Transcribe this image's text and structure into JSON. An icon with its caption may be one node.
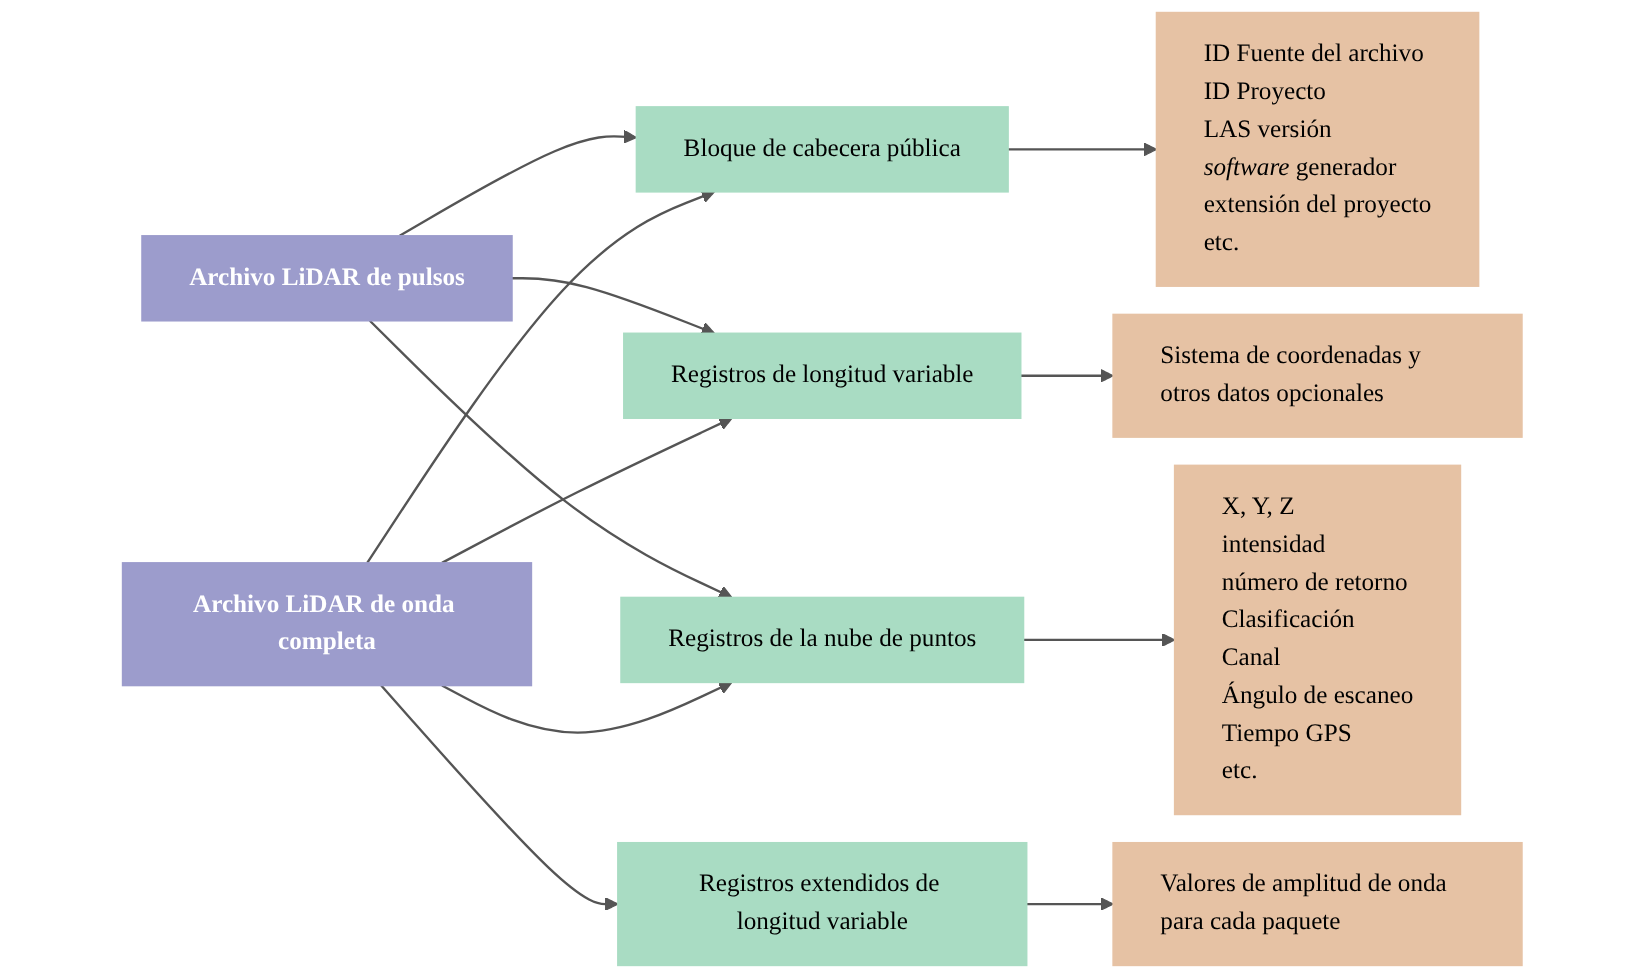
{
  "diagram": {
    "nodes": [
      {
        "text": [
          "Archivo LiDAR de pulsos"
        ]
      },
      {
        "text": [
          "Archivo LiDAR de onda completa"
        ]
      },
      {
        "text": [
          "Bloque de cabecera pública"
        ]
      },
      {
        "text": [
          "Registros de longitud variable"
        ]
      },
      {
        "text": [
          "Registros de la nube de puntos"
        ]
      },
      {
        "text": [
          "Registros extendidos de longitud variable"
        ]
      },
      {
        "text": [
          "ID Fuente del archivo",
          "ID Proyecto",
          "LAS versión",
          "*software* generador",
          "extensión del proyecto",
          "etc."
        ]
      },
      {
        "text": [
          "Sistema de coordenadas y otros datos opcionales"
        ]
      },
      {
        "text": [
          "X, Y, Z",
          "intensidad",
          "número de retorno",
          "Clasificación",
          "Canal",
          "Ángulo de escaneo",
          "Tiempo GPS",
          "etc."
        ]
      },
      {
        "text": [
          "Valores de amplitud de onda para cada paquete"
        ]
      }
    ],
    "edges": [
      {
        "from": 0,
        "to": 2,
        "arrow": "to"
      },
      {
        "from": 0,
        "to": 3,
        "arrow": "to"
      },
      {
        "from": 0,
        "to": 4,
        "arrow": "to"
      },
      {
        "from": 1,
        "to": 2,
        "arrow": "to"
      },
      {
        "from": 1,
        "to": 3,
        "arrow": "to"
      },
      {
        "from": 1,
        "to": 4,
        "arrow": "to"
      },
      {
        "from": 1,
        "to": 5,
        "arrow": "to"
      },
      {
        "from": 2,
        "to": 6,
        "arrow": "to"
      },
      {
        "from": 3,
        "to": 7,
        "arrow": "to"
      },
      {
        "from": 4,
        "to": 8,
        "arrow": "to"
      },
      {
        "from": 5,
        "to": 9,
        "arrow": "to"
      }
    ]
  }
}
